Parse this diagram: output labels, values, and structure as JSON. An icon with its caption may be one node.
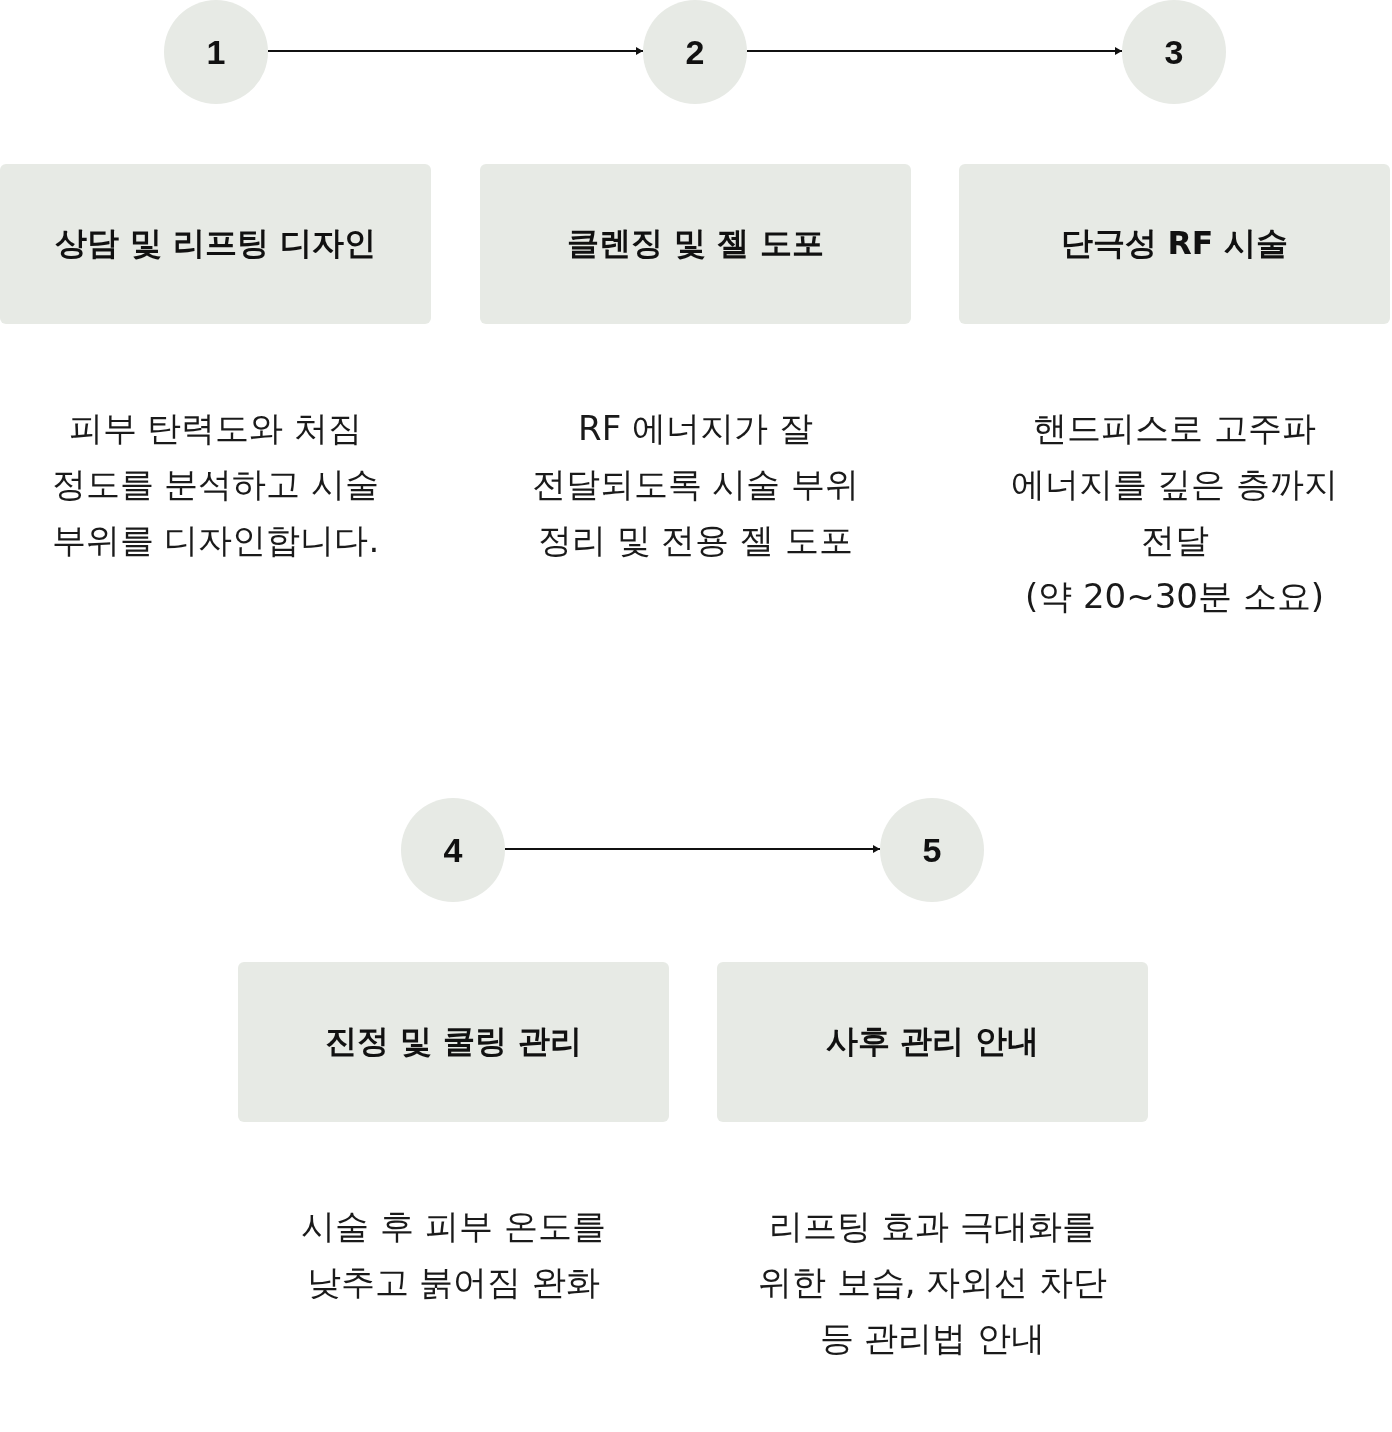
{
  "diagram": {
    "nodes": [
      {
        "text": [
          "1"
        ]
      },
      {
        "text": [
          "2"
        ]
      },
      {
        "text": [
          "3"
        ]
      },
      {
        "text": [
          "상담 및 리프팅 디자인"
        ],
        "beside": [
          "피부 탄력도와 처짐 정도를 분석하고 시술 부위를 디자인합니다."
        ]
      },
      {
        "text": [
          "클렌징 및 젤 도포"
        ],
        "beside": [
          "RF 에너지가 잘 전달되도록 시술 부위 정리 및 전용 젤 도포"
        ]
      },
      {
        "text": [
          "단극성 RF 시술"
        ],
        "beside": [
          "핸드피스로 고주파 에너지를 깊은 층까지 전달",
          "(약 20~30분 소요)"
        ]
      },
      {
        "text": [
          "4"
        ]
      },
      {
        "text": [
          "5"
        ]
      },
      {
        "text": [
          "진정 및 쿨링 관리"
        ],
        "beside": [
          "시술 후 피부 온도를 낮추고 붉어짐 완화"
        ]
      },
      {
        "text": [
          "사후 관리 안내"
        ],
        "beside": [
          "리프팅 효과 극대화를 위한 보습, 자외선 차단 등 관리법 안내"
        ]
      }
    ],
    "edges": [
      {
        "from": 0,
        "to": 1,
        "arrow": "to"
      },
      {
        "from": 1,
        "to": 2,
        "arrow": "to"
      },
      {
        "from": 6,
        "to": 7,
        "arrow": "to"
      }
    ]
  }
}
